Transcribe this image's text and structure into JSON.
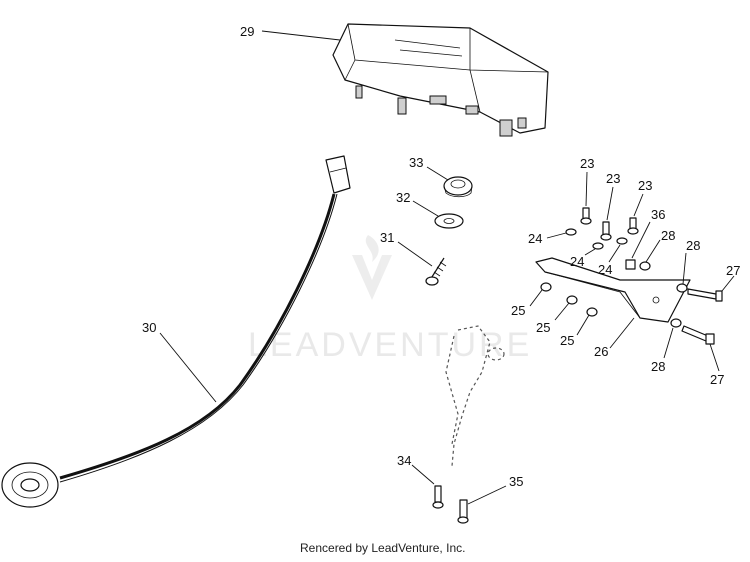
{
  "callouts": {
    "c29": "29",
    "c33": "33",
    "c32": "32",
    "c31": "31",
    "c30": "30",
    "c23a": "23",
    "c23b": "23",
    "c23c": "23",
    "c36": "36",
    "c24a": "24",
    "c24b": "24",
    "c24c": "24",
    "c28a": "28",
    "c28b": "28",
    "c28c": "28",
    "c27a": "27",
    "c27b": "27",
    "c25a": "25",
    "c25b": "25",
    "c25c": "25",
    "c26": "26",
    "c34": "34",
    "c35": "35"
  },
  "watermark": "LEADVENTURE",
  "footer": "Rencered by LeadVenture, Inc."
}
